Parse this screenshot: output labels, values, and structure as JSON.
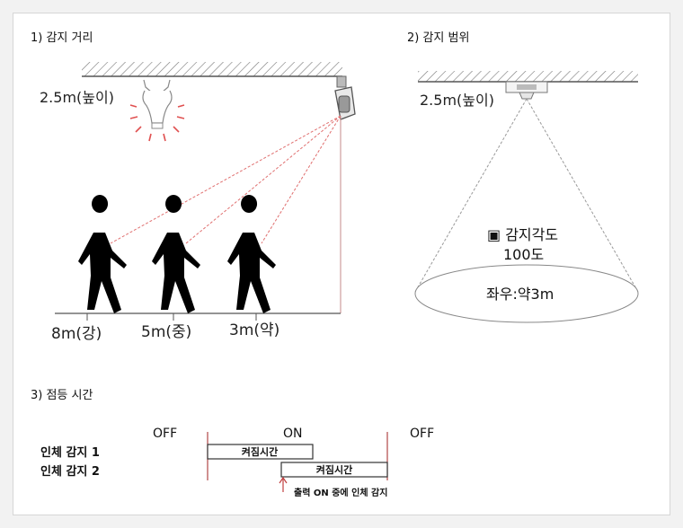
{
  "sections": {
    "distance": {
      "title": "1) 감지 거리",
      "height_label": "2.5m(높이)"
    },
    "range": {
      "title": "2) 감지 범위",
      "height_label": "2.5m(높이)",
      "angle_label": "▣ 감지각도",
      "angle_value": "100도",
      "width_label": "좌우:약3m"
    },
    "timing": {
      "title": "3) 점등 시간"
    }
  },
  "distances": [
    {
      "label": "8m(강)"
    },
    {
      "label": "5m(중)"
    },
    {
      "label": "3m(약)"
    }
  ],
  "timing": {
    "phases": [
      "OFF",
      "ON",
      "OFF"
    ],
    "rows": [
      {
        "name": "인체 감지 1",
        "box": "켜짐시간"
      },
      {
        "name": "인체 감지 2",
        "box": "켜짐시간"
      }
    ],
    "note": "출력 ON 중에 인체 감지"
  },
  "colors": {
    "detection_line": "#e07070",
    "bulb_rays": "#e05050",
    "line": "#555555"
  }
}
